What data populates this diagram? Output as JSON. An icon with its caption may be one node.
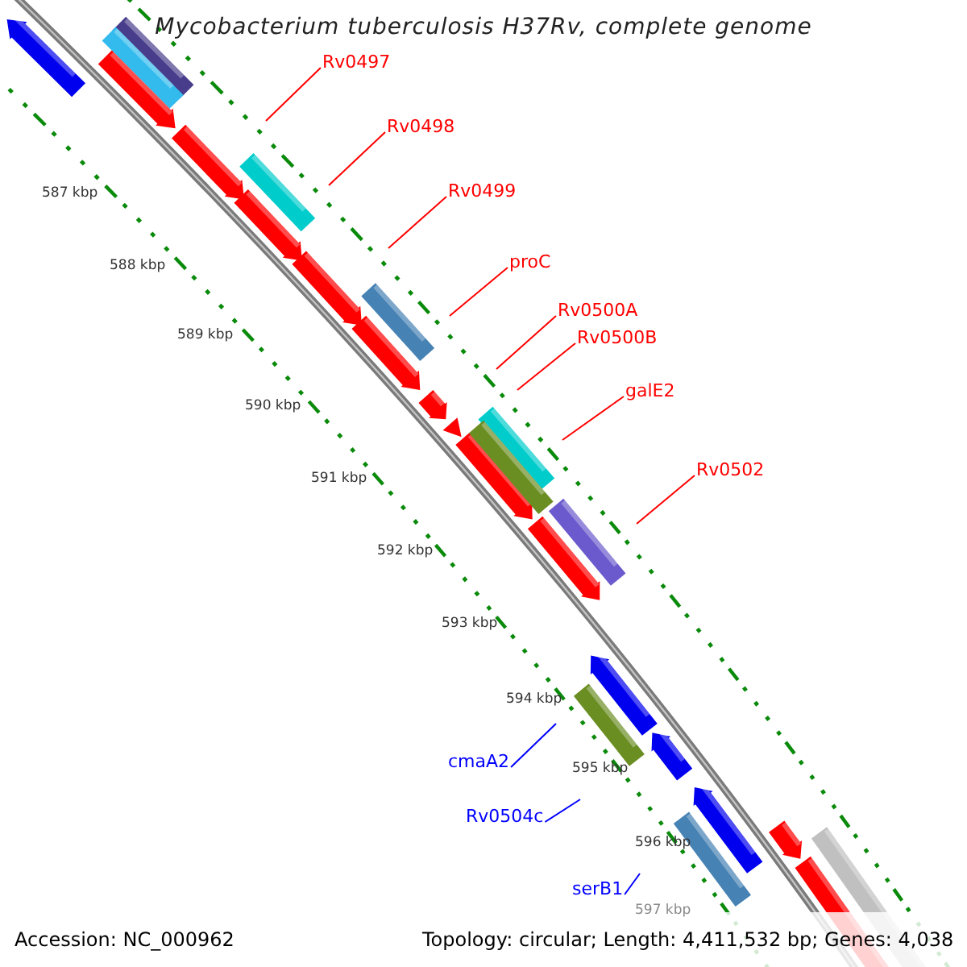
{
  "diagram": {
    "title": "Mycobacterium tuberculosis H37Rv, complete genome",
    "nodes": [
      {
        "text": [
          "Rv0497"
        ]
      },
      {
        "text": [
          "Rv0498"
        ]
      },
      {
        "text": [
          "Rv0499"
        ]
      },
      {
        "text": [
          "proC"
        ]
      },
      {
        "text": [
          "Rv0500A"
        ]
      },
      {
        "text": [
          "Rv0500B"
        ]
      },
      {
        "text": [
          "galE2"
        ]
      },
      {
        "text": [
          "Rv0502"
        ]
      },
      {
        "text": [
          "cmaA2"
        ]
      },
      {
        "text": [
          "Rv0504c"
        ]
      },
      {
        "text": [
          "serB1"
        ]
      }
    ],
    "edges": [
      {
        "from": 0,
        "to": null,
        "arrow": "none"
      },
      {
        "from": 1,
        "to": null,
        "arrow": "none"
      },
      {
        "from": 2,
        "to": null,
        "arrow": "none"
      },
      {
        "from": 3,
        "to": null,
        "arrow": "none"
      },
      {
        "from": 4,
        "to": null,
        "arrow": "none"
      },
      {
        "from": 5,
        "to": null,
        "arrow": "none"
      },
      {
        "from": 6,
        "to": null,
        "arrow": "none"
      },
      {
        "from": 7,
        "to": null,
        "arrow": "none"
      },
      {
        "from": 8,
        "to": null,
        "arrow": "none",
        "color": "#0000ff"
      },
      {
        "from": 9,
        "to": null,
        "arrow": "none",
        "color": "#0000ff"
      },
      {
        "from": 10,
        "to": null,
        "arrow": "none",
        "color": "#0000ff"
      }
    ],
    "labels": [
      "587 kbp",
      "588 kbp",
      "589 kbp",
      "590 kbp",
      "591 kbp",
      "592 kbp",
      "593 kbp",
      "594 kbp",
      "595 kbp",
      "596 kbp",
      "597 kbp",
      "Accession: NC_000962",
      "Topology: circular; Length: 4,411,532 bp; Genes: 4,038"
    ]
  }
}
